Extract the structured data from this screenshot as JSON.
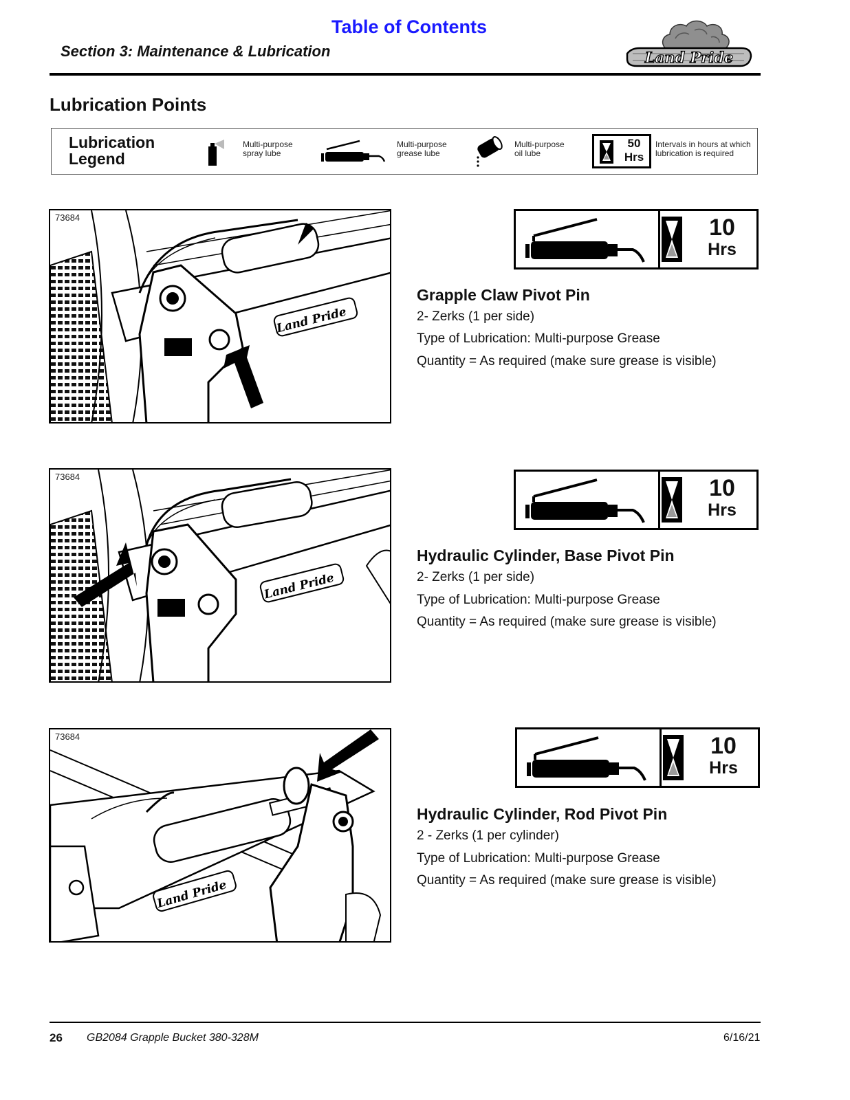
{
  "header": {
    "toc_link": "Table of Contents",
    "section": "Section 3: Maintenance & Lubrication",
    "logo_text": "Land Pride"
  },
  "page_title": "Lubrication Points",
  "legend": {
    "title_line1": "Lubrication",
    "title_line2": "Legend",
    "items": [
      {
        "icon": "spray-can-icon",
        "line1": "Multi-purpose",
        "line2": "spray lube"
      },
      {
        "icon": "grease-gun-icon",
        "line1": "Multi-purpose",
        "line2": "grease lube"
      },
      {
        "icon": "oil-can-icon",
        "line1": "Multi-purpose",
        "line2": "oil lube"
      }
    ],
    "interval_example": {
      "hours": "50",
      "unit": "Hrs"
    },
    "interval_note_line1": "Intervals in hours at which",
    "interval_note_line2": "lubrication is required"
  },
  "points": [
    {
      "figure_number": "73684",
      "hours": "10",
      "unit": "Hrs",
      "title": "Grapple Claw Pivot Pin",
      "zerks": "2- Zerks (1 per side)",
      "type": "Type of Lubrication: Multi-purpose Grease",
      "quantity": "Quantity = As required (make sure grease is visible)"
    },
    {
      "figure_number": "73684",
      "hours": "10",
      "unit": "Hrs",
      "title": "Hydraulic Cylinder, Base Pivot Pin",
      "zerks": "2- Zerks (1 per side)",
      "type": "Type of Lubrication: Multi-purpose Grease",
      "quantity": "Quantity = As required (make sure grease is visible)"
    },
    {
      "figure_number": "73684",
      "hours": "10",
      "unit": "Hrs",
      "title": "Hydraulic Cylinder, Rod Pivot Pin",
      "zerks": "2 - Zerks (1 per cylinder)",
      "type": "Type of Lubrication: Multi-purpose Grease",
      "quantity": "Quantity = As required (make sure grease is visible)"
    }
  ],
  "footer": {
    "page_number": "26",
    "document": "GB2084 Grapple Bucket 380-328M",
    "date": "6/16/21"
  },
  "colors": {
    "link": "#1a1aff",
    "rule": "#000000",
    "gray_fill": "#9a9a9a"
  }
}
